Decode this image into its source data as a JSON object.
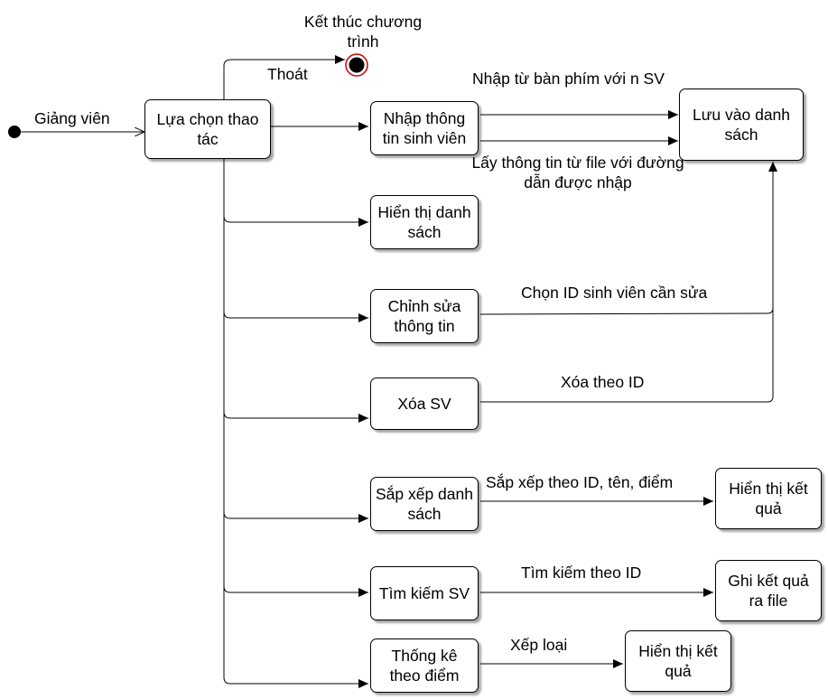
{
  "start_label": "Giảng viên",
  "end_label": "Kết thúc chương trình",
  "exit_label": "Thoát",
  "states": {
    "choose": "Lựa chọn thao tác",
    "input": "Nhập thông tin sinh viên",
    "save": "Lưu vào danh sách",
    "display": "Hiển thị danh sách",
    "edit": "Chỉnh sửa thông tin",
    "delete": "Xóa SV",
    "sort": "Sắp xếp danh sách",
    "sort_result": "Hiển thị kết quả",
    "search": "Tìm kiếm SV",
    "write_file": "Ghi kết quả ra file",
    "stats": "Thống kê theo điểm",
    "stats_result": "Hiển thị kết quả"
  },
  "transitions": {
    "keyboard": "Nhập từ bàn phím với n SV",
    "file": "Lấy thông tin từ file với đường dẫn được nhập",
    "edit_by_id": "Chọn ID sinh viên cần sửa",
    "delete_by_id": "Xóa theo ID",
    "sort_by": "Sắp xếp theo ID, tên, điểm",
    "search_by_id": "Tìm kiếm theo ID",
    "classify": "Xếp loại"
  },
  "colors": {
    "end_fill": "#000000",
    "end_ring": "#cc0000",
    "line": "#000000"
  }
}
